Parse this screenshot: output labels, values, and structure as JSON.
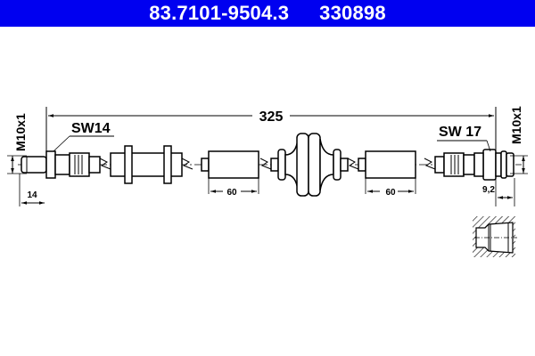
{
  "header": {
    "part_number": "83.7101-9504.3",
    "ref_number": "330898",
    "background_color": "#0000f0",
    "text_color": "#ffffff"
  },
  "drawing": {
    "overall_length": "325",
    "left_wrench_size": "SW14",
    "right_wrench_size": "SW 17",
    "left_thread": "M10x1",
    "right_thread": "M10x1",
    "left_end_length": "14",
    "right_end_length": "9,2",
    "left_sleeve_length": "60",
    "right_sleeve_length": "60"
  },
  "detail_view": {
    "icon": "thread-port-section-icon"
  }
}
